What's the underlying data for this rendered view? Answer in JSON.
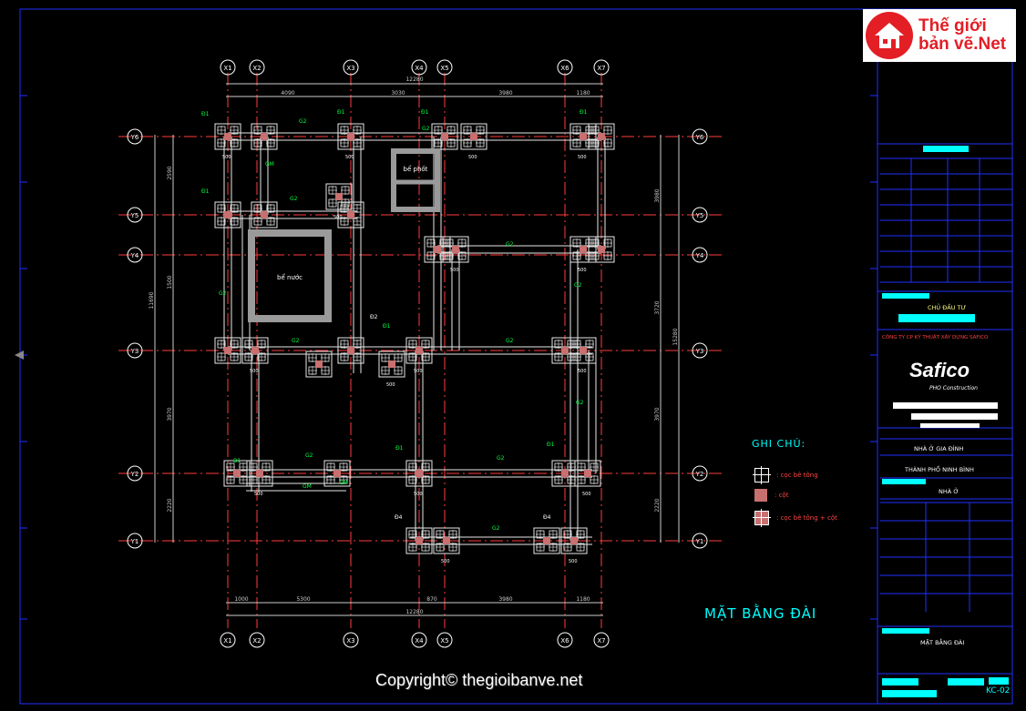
{
  "logo": {
    "line1": "Thế giới",
    "line2": "bản vẽ.Net",
    "icon": "house-icon"
  },
  "grid_top": [
    "X1",
    "X2",
    "X3",
    "X4",
    "X5",
    "X6",
    "X7"
  ],
  "grid_side": [
    "Y6",
    "Y5",
    "Y4",
    "Y3",
    "Y2",
    "Y1"
  ],
  "dims_top": {
    "total": "12280",
    "segments": [
      "4090",
      "3030",
      "3980",
      "1180"
    ]
  },
  "dims_bottom": {
    "total": "12280",
    "segments": [
      "1000",
      "5300",
      "870",
      "3980",
      "1180"
    ]
  },
  "dims_left": [
    "2590",
    "1500",
    "11690",
    "3970",
    "2220"
  ],
  "dims_right": [
    "3980",
    "3720",
    "15280",
    "3970",
    "2220"
  ],
  "rooms": {
    "septic": "bể phốt",
    "water_tank": "bể nước"
  },
  "beam_labels": [
    "G2",
    "G1",
    "GM"
  ],
  "pile_labels": [
    "Đ1",
    "Đ2",
    "Đ3",
    "Đ4"
  ],
  "dim_500": "500",
  "legend": {
    "title": "GHI CHÚ:",
    "items": [
      {
        "text": ": cọc bê tông",
        "icon": "pile-icon"
      },
      {
        "text": ": cột",
        "icon": "column-icon"
      },
      {
        "text": ": cọc bê tông + cột",
        "icon": "pile-column-icon"
      }
    ]
  },
  "plan_title": "MẶT BẰNG ĐÀI",
  "copyright": "Copyright© thegioibanve.net",
  "title_block": {
    "owner_label": "CHỦ ĐẦU TƯ",
    "company": "CÔNG TY CP KỸ THUẬT XÂY DỰNG SAFICO",
    "brand": "Safico",
    "brand_sub": "PHO Construction",
    "project": "NHÀ Ở GIA ĐÌNH",
    "location": "THÀNH PHỐ NINH BÌNH",
    "type": "NHÀ Ở",
    "drawing": "MẶT BẰNG ĐÀI",
    "sheet": "KC-02"
  },
  "colors": {
    "cyan": "#00ffff",
    "red": "#ff3b3b",
    "green": "#00ff40",
    "white": "#ffffff",
    "blue": "#2030ff",
    "column": "#c87070",
    "gray": "#9a9a9a"
  }
}
